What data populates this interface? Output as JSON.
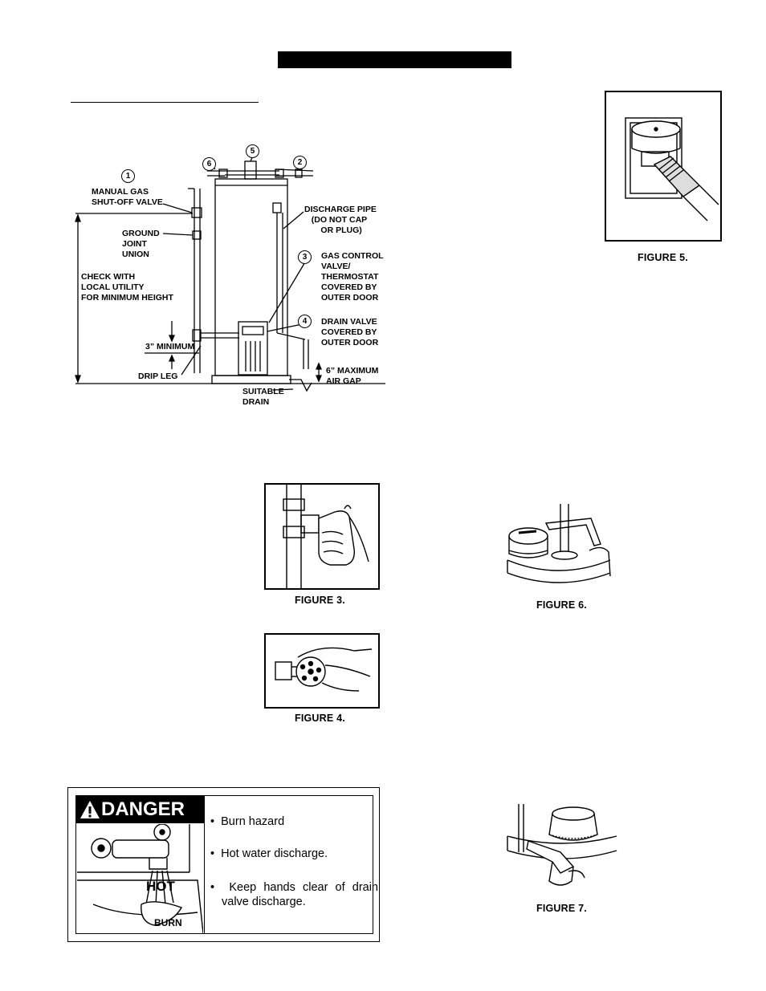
{
  "diagram": {
    "callouts": [
      "1",
      "2",
      "3",
      "4",
      "5",
      "6"
    ],
    "labels": {
      "manual_gas_valve": "MANUAL GAS\nSHUT-OFF VALVE",
      "ground_joint_union": "GROUND\nJOINT\nUNION",
      "check_with_utility": "CHECK WITH\nLOCAL UTILITY\nFOR MINIMUM HEIGHT",
      "three_minimum": "3” MINIMUM",
      "drip_leg": "DRIP LEG",
      "discharge_pipe": "DISCHARGE PIPE\n   (DO NOT CAP\n       OR PLUG)",
      "gas_control": "GAS CONTROL\nVALVE/\nTHERMOSTAT\nCOVERED BY\nOUTER DOOR",
      "drain_valve": "DRAIN VALVE\nCOVERED BY\nOUTER DOOR",
      "air_gap": "6” MAXIMUM\nAIR GAP",
      "suitable_drain": "SUITABLE\nDRAIN"
    }
  },
  "figures": {
    "fig3": "FIGURE 3.",
    "fig4": "FIGURE 4.",
    "fig5": "FIGURE 5.",
    "fig6": "FIGURE 6.",
    "fig7": "FIGURE 7."
  },
  "danger": {
    "heading": "DANGER",
    "hot_text": "HOT",
    "burn_text": "BURN",
    "bullets": [
      "Burn hazard",
      "Hot water discharge.",
      "Keep hands clear of drain valve discharge."
    ]
  }
}
